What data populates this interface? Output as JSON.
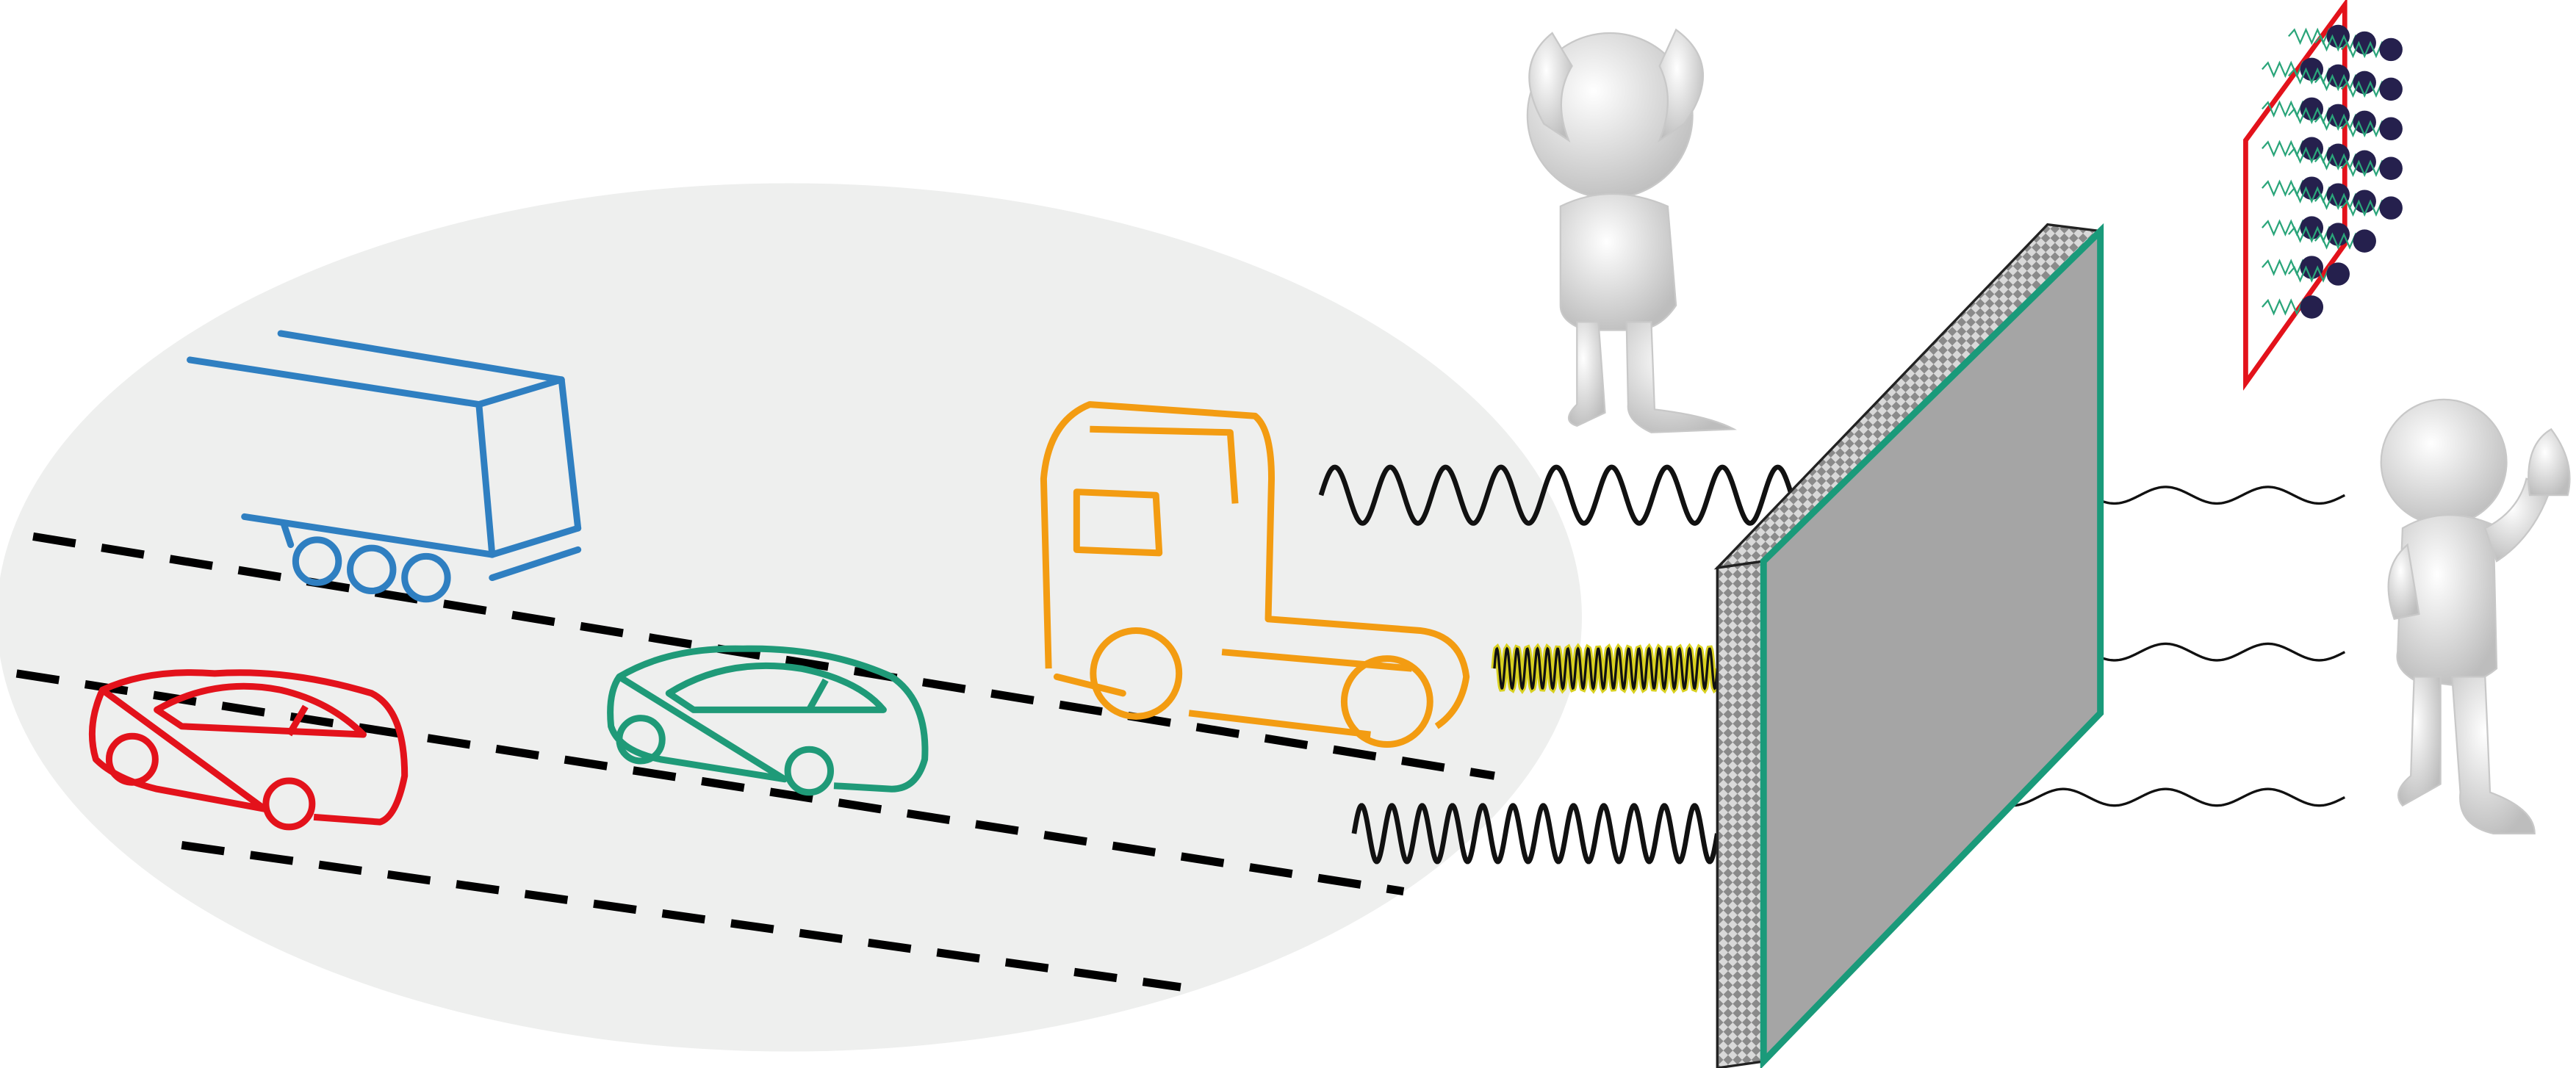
{
  "colors": {
    "background": "#ffffff",
    "road_area": "#eeefee",
    "road_lines": "#000000",
    "trailer": "#2f7fc1",
    "red_car": "#e3121b",
    "green_car": "#1f9a78",
    "orange_truck": "#f39c12",
    "panel_face": "#a5a5a5",
    "panel_border": "#1a9a7a",
    "signal_wave": "#111111",
    "signal_wave_highlight": "#d8d020",
    "array_frame": "#e3121b",
    "array_dots": "#25204d",
    "array_springs": "#2aa57a",
    "person": "#e6e6e6"
  },
  "scene": {
    "left": "vehicles-on-road",
    "center": "reflecting-surface",
    "right": "receiver-person",
    "top": "confused-person",
    "top_right": "antenna-array"
  }
}
